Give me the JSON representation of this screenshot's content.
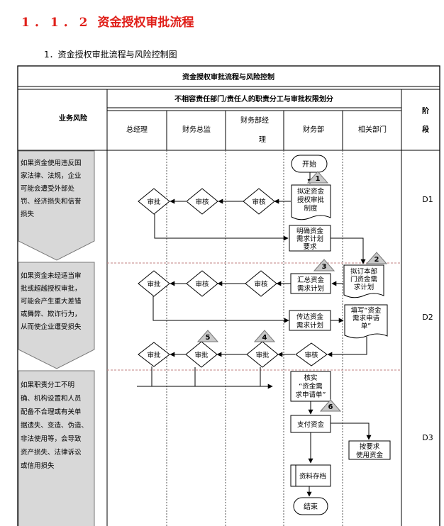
{
  "heading": {
    "number": "1．1．2",
    "title": "资金授权审批流程"
  },
  "subheading": "1．资金授权审批流程与风险控制图",
  "table": {
    "title": "资金授权审批流程与风险控制",
    "risk_header": "业务风险",
    "division_header": "不相容责任部门/责任人的职责分工与审批权限划分",
    "stage_header": [
      "阶",
      "段"
    ],
    "columns": [
      "总经理",
      "财务总监",
      [
        "财务部经",
        "理"
      ],
      "财务部",
      "相关部门"
    ]
  },
  "stages": [
    "D1",
    "D2",
    "D3"
  ],
  "risks": [
    [
      "如果资金使用违反国",
      "家法律、法规，企业",
      "可能会遭受外部处",
      "罚、经济损失和信誉",
      "损失"
    ],
    [
      "如果资金未经适当审",
      "批或超越授权审批，",
      "可能会产生重大差错",
      "或舞弊、欺诈行为，",
      "从而使企业遭受损失"
    ],
    [
      "如果职责分工不明",
      "确、机构设置和人员",
      "配备不合理或有关单",
      "据遗失、变造、伪造、",
      "非法使用等，会导致",
      "资产损失、法律诉讼",
      "或信用损失"
    ]
  ],
  "nodes": {
    "start": "开始",
    "draft_system": [
      "拟定资金",
      "授权审批",
      "制度"
    ],
    "approve": "审批",
    "review": "审核",
    "clarify_plan": [
      "明确资金",
      "需求计划",
      "要求"
    ],
    "dept_plan": [
      "拟订本部",
      "门资金需",
      "求计划"
    ],
    "summarize_plan": [
      "汇总资金",
      "需求计划"
    ],
    "send_plan": [
      "传达资金",
      "需求计划"
    ],
    "fill_form": [
      "填写“资金",
      "需求申请",
      "单”"
    ],
    "verify_form": [
      "核实",
      "“资金需",
      "求申请单”"
    ],
    "pay": "支付资金",
    "use_funds": [
      "按要求",
      "使用资金"
    ],
    "archive": "资料存档",
    "end": "结束"
  },
  "markers": [
    "1",
    "2",
    "3",
    "4",
    "5",
    "6"
  ],
  "colors": {
    "heading": "#e0201a",
    "risk_fill": "#d8d8d8",
    "line": "#000000"
  }
}
